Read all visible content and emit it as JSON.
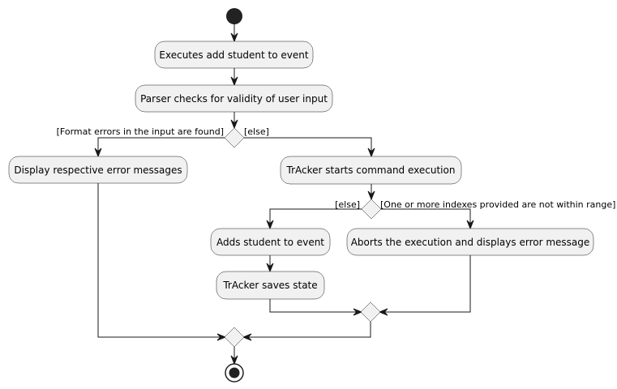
{
  "activities": {
    "execute": "Executes add student to event",
    "parse": "Parser checks for validity of user input",
    "display_errors": "Display respective error messages",
    "start_exec": "TrAcker starts command execution",
    "add_student": "Adds student to event",
    "save_state": "TrAcker saves state",
    "abort": "Aborts the execution and displays error message"
  },
  "guards": {
    "format_errors": "[Format errors in the input are found]",
    "else_1": "[else]",
    "else_2": "[else]",
    "index_out_of_range": "[One or more indexes provided are not within range]"
  },
  "colors": {
    "activity_fill": "#f1f1f1",
    "stroke": "#181818",
    "start_node": "#222222"
  }
}
